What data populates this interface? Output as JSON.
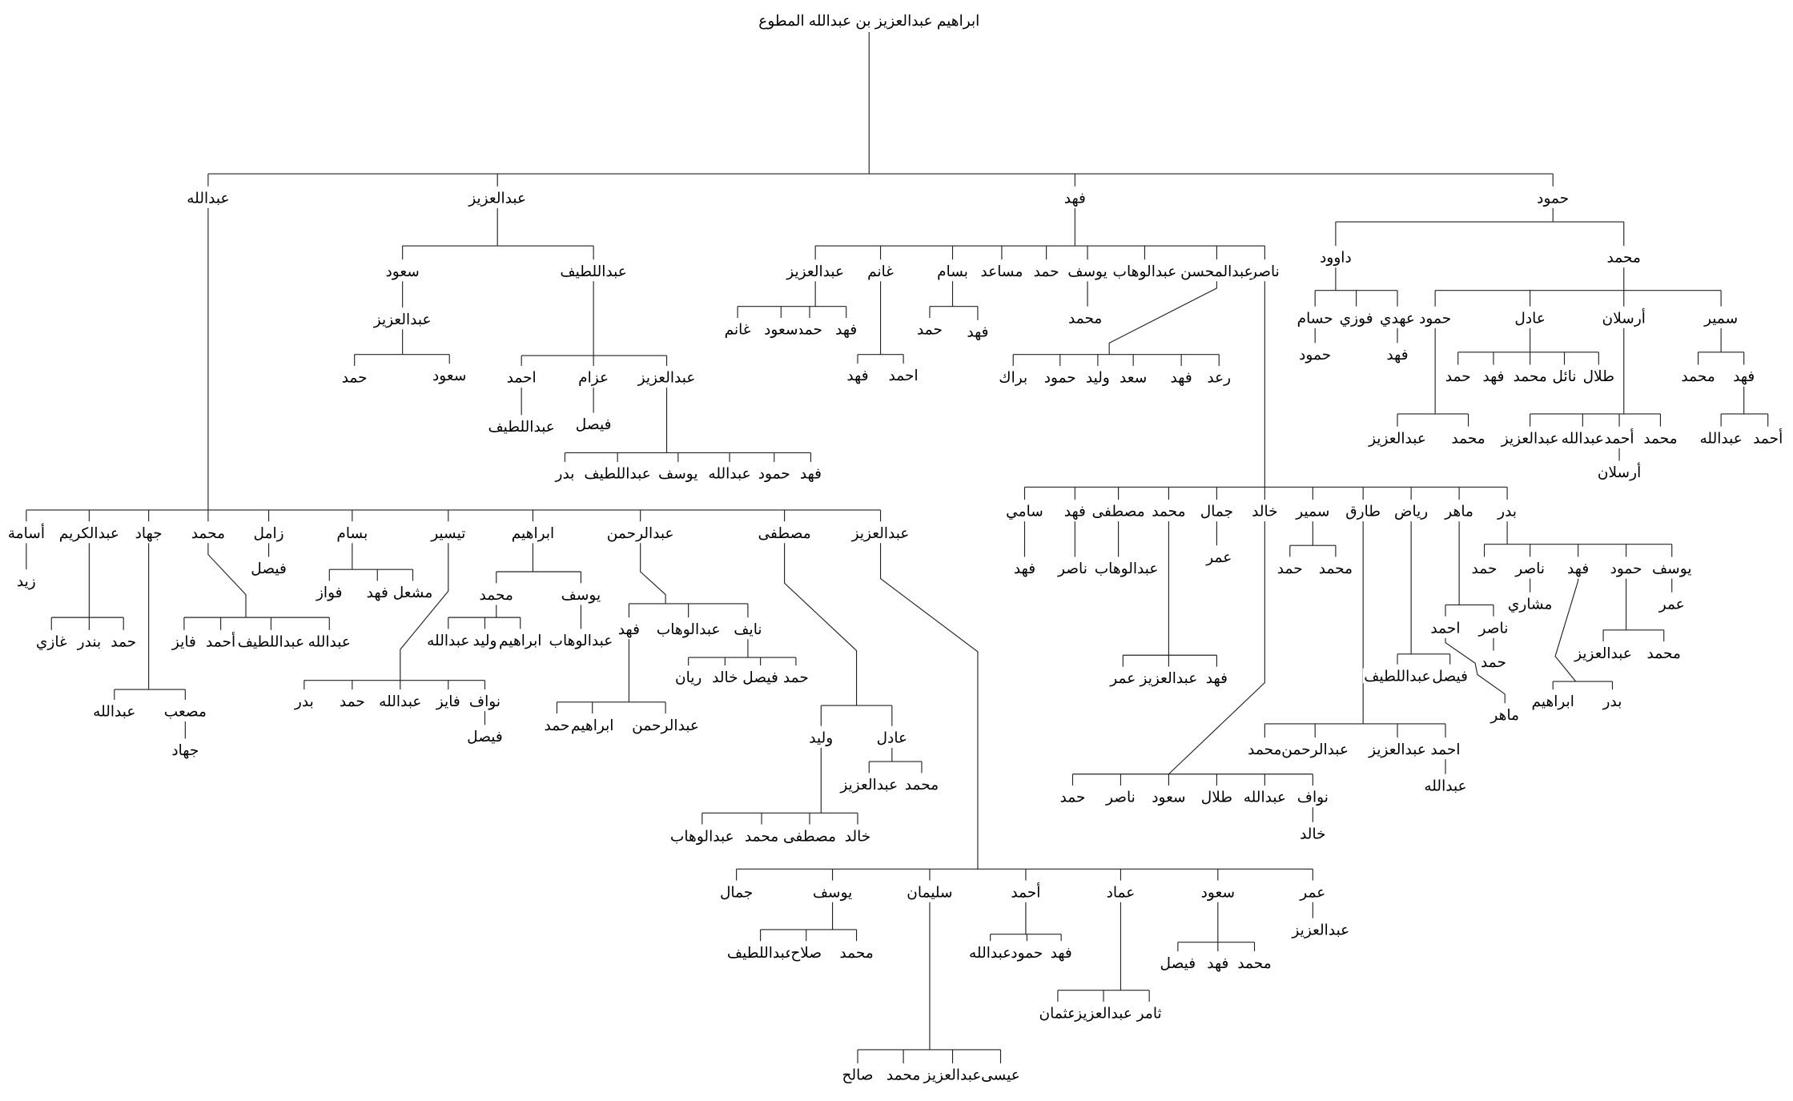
{
  "people": [
    "ابراهيم عبدالعزيز بن عبدالله المطوع",
    "عبدالله",
    "عبدالعزيز",
    "فهد",
    "حمود",
    "سعود",
    "عبداللطيف",
    "عبدالعزيز",
    "حمد",
    "سعود",
    "احمد",
    "عزام",
    "عبدالعزيز",
    "عبداللطيف",
    "فيصل",
    "بدر",
    "عبداللطيف",
    "يوسف",
    "عبدالله",
    "حمود",
    "فهد",
    "ناصر",
    "عبدالمحسن",
    "عبدالوهاب",
    "يوسف",
    "حمد",
    "مساعد",
    "بسام",
    "غانم",
    "عبدالعزيز",
    "فهد",
    "حمد",
    "سعود",
    "غانم",
    "فهد",
    "احمد",
    "حمد",
    "فهد",
    "محمد",
    "براك",
    "حمود",
    "وليد",
    "سعد",
    "فهد",
    "رعد",
    "سامي",
    "فهد",
    "مصطفى",
    "محمد",
    "جمال",
    "خالد",
    "سمير",
    "طارق",
    "رياض",
    "ماهر",
    "بدر",
    "فهد",
    "ناصر",
    "عبدالوهاب",
    "عمر",
    "عبدالعزيز",
    "فهد",
    "عمر",
    "حمد",
    "ناصر",
    "سعود",
    "طلال",
    "عبدالله",
    "نواف",
    "خالد",
    "حمد",
    "محمد",
    "محمد",
    "عبدالرحمن",
    "عبدالعزيز",
    "احمد",
    "عبدالله",
    "عبداللطيف",
    "فيصل",
    "احمد",
    "ناصر",
    "حمد",
    "ماهر",
    "حمد",
    "ناصر",
    "فهد",
    "حمود",
    "يوسف",
    "مشاري",
    "عمر",
    "عبدالعزيز",
    "محمد",
    "ابراهيم",
    "بدر",
    "داوود",
    "محمد",
    "حسام",
    "فوزي",
    "عهدي",
    "حمود",
    "فهد",
    "حمود",
    "عادل",
    "أرسلان",
    "سمير",
    "عبدالعزيز",
    "محمد",
    "حمد",
    "فهد",
    "محمد",
    "نائل",
    "طلال",
    "عبدالعزيز",
    "عبدالله",
    "أحمد",
    "محمد",
    "أرسلان",
    "محمد",
    "فهد",
    "عبدالله",
    "أحمد",
    "أسامة",
    "عبدالكريم",
    "جهاد",
    "محمد",
    "زامل",
    "بسام",
    "تيسير",
    "ابراهيم",
    "عبدالرحمن",
    "مصطفى",
    "عبدالعزيز",
    "زيد",
    "غازي",
    "بندر",
    "حمد",
    "عبدالله",
    "مصعب",
    "جهاد",
    "فايز",
    "أحمد",
    "عبداللطيف",
    "عبدالله",
    "فيصل",
    "فواز",
    "فهد",
    "مشعل",
    "بدر",
    "حمد",
    "عبدالله",
    "فايز",
    "نواف",
    "فيصل",
    "محمد",
    "يوسف",
    "عبدالله",
    "وليد",
    "ابراهيم",
    "عبدالوهاب",
    "فهد",
    "عبدالوهاب",
    "نايف",
    "ريان",
    "خالد",
    "فيصل",
    "حمد",
    "حمد",
    "ابراهيم",
    "عبدالرحمن",
    "وليد",
    "عادل",
    "عبدالعزيز",
    "محمد",
    "عبدالوهاب",
    "محمد",
    "مصطفى",
    "خالد",
    "جمال",
    "يوسف",
    "سليمان",
    "أحمد",
    "عماد",
    "سعود",
    "عمر",
    "عبداللطيف",
    "صلاح",
    "محمد",
    "صالح",
    "محمد",
    "عبدالعزيز",
    "عيسى",
    "عبدالله",
    "حمود",
    "فهد",
    "عثمان",
    "عبدالعزيز",
    "ثامر",
    "فيصل",
    "فهد",
    "محمد",
    "عبدالعزيز"
  ]
}
